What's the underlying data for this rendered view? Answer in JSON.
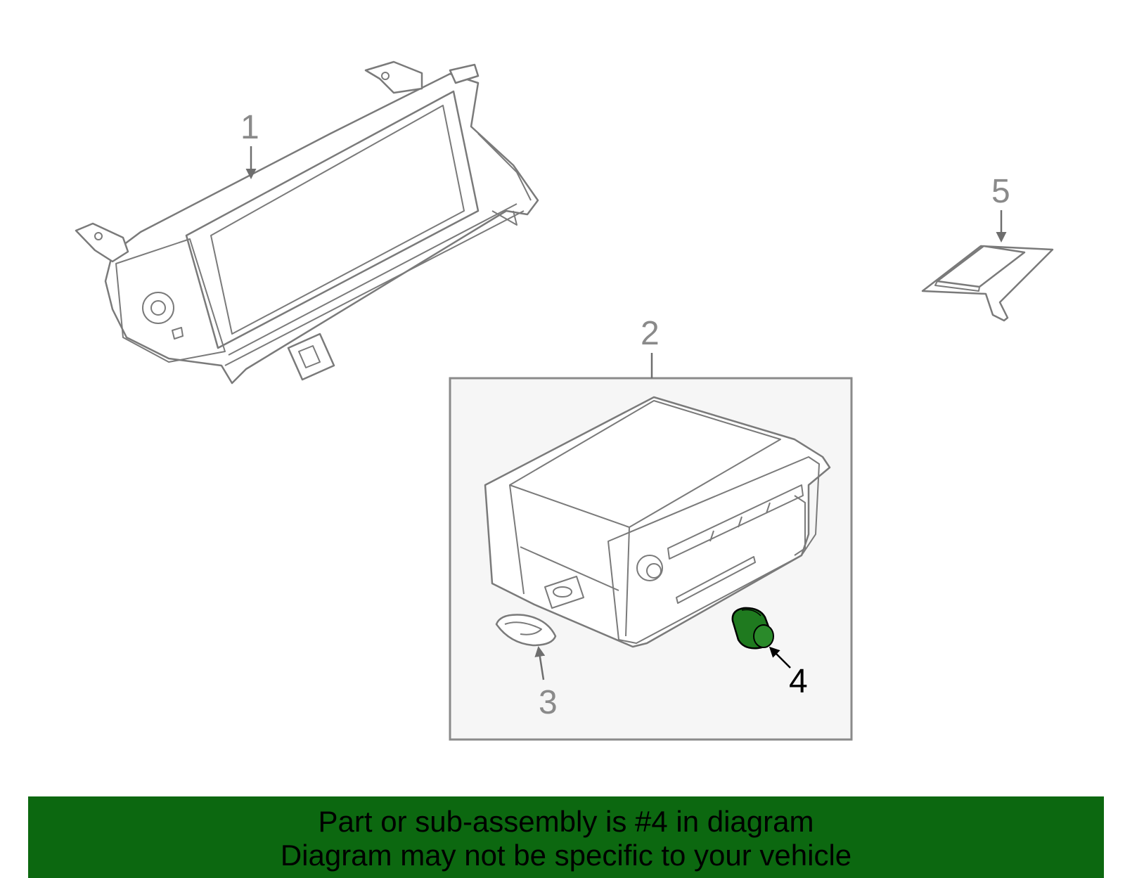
{
  "callouts": [
    {
      "id": "1",
      "label": "1",
      "highlighted": false
    },
    {
      "id": "2",
      "label": "2",
      "highlighted": false
    },
    {
      "id": "3",
      "label": "3",
      "highlighted": false
    },
    {
      "id": "4",
      "label": "4",
      "highlighted": true
    },
    {
      "id": "5",
      "label": "5",
      "highlighted": false
    }
  ],
  "highlight_color": "#1f7a1f",
  "banner": {
    "line1": "Part or sub-assembly is #4 in diagram",
    "line2": "Diagram may not be specific to your vehicle",
    "background_color": "#0c6810"
  }
}
